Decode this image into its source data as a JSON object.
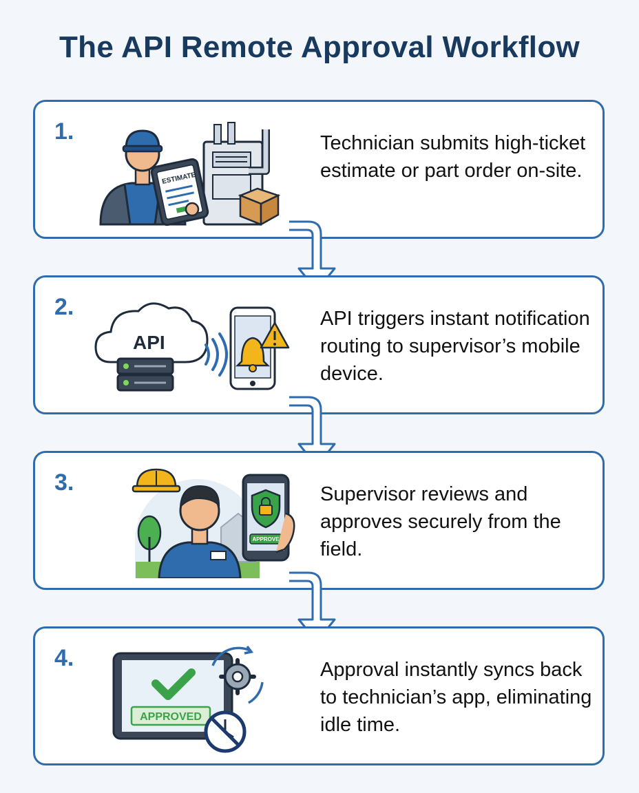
{
  "title": "The API Remote Approval Workflow",
  "steps": [
    {
      "number": "1.",
      "text": "Technician submits high-ticket estimate or part order on-site.",
      "illustration_label": "ESTIMATE"
    },
    {
      "number": "2.",
      "text": "API triggers instant notification routing to supervisor’s mobile device.",
      "illustration_label": "API"
    },
    {
      "number": "3.",
      "text": "Supervisor reviews and approves securely from the field.",
      "illustration_label": "APPROVE"
    },
    {
      "number": "4.",
      "text": "Approval instantly syncs back to technician’s app, eliminating idle time.",
      "illustration_label": "APPROVED"
    }
  ],
  "colors": {
    "primary": "#2e6cae",
    "title": "#173a5e",
    "approve_green": "#3aa34a",
    "alert_yellow": "#f2b51c"
  }
}
